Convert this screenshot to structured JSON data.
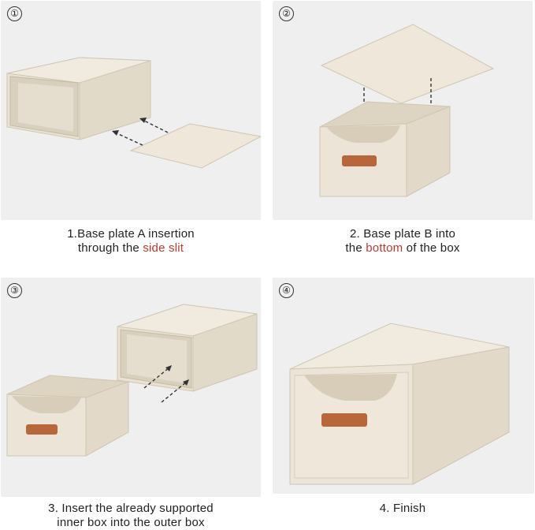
{
  "steps": [
    {
      "number": "①",
      "caption_line1": "1.Base plate A insertion",
      "caption_line2_pre": "through the ",
      "caption_line2_hl": "side slit",
      "caption_line2_post": ""
    },
    {
      "number": "②",
      "caption_line1": "2. Base plate B into",
      "caption_line2_pre": "the ",
      "caption_line2_hl": "bottom",
      "caption_line2_post": " of the box"
    },
    {
      "number": "③",
      "caption_line1": "3. Insert the already supported",
      "caption_line2_pre": "inner box into the outer box",
      "caption_line2_hl": "",
      "caption_line2_post": ""
    },
    {
      "number": "④",
      "caption_line1": "4. Finish",
      "caption_line2_pre": "",
      "caption_line2_hl": "",
      "caption_line2_post": ""
    }
  ],
  "colors": {
    "panel_bg": "#efefef",
    "fabric": "#ebe4d6",
    "fabric_shade": "#d9d0bd",
    "handle": "#b8673a",
    "highlight": "#c0392b"
  }
}
